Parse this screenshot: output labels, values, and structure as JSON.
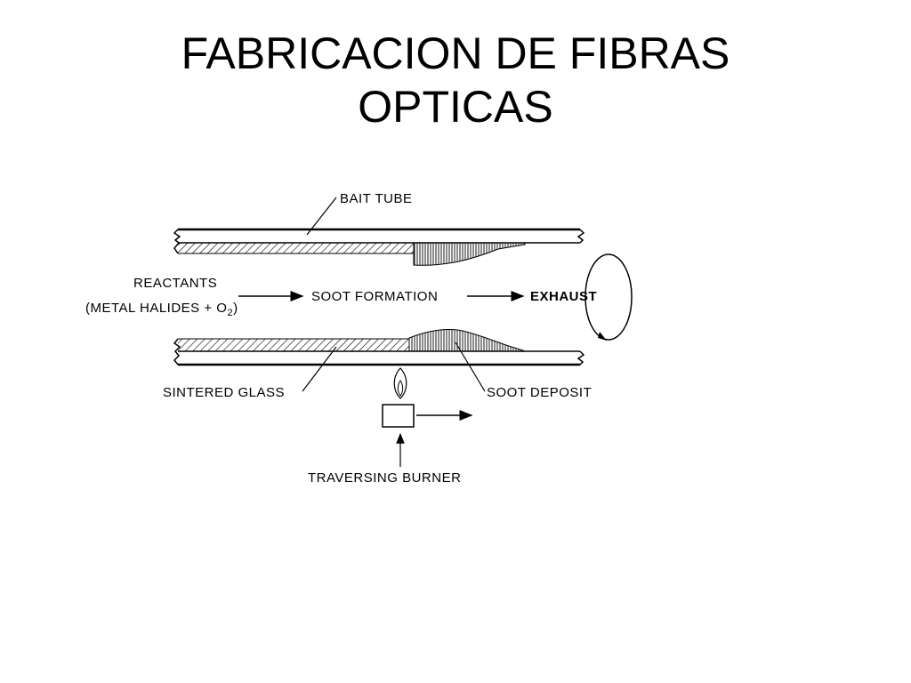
{
  "slide": {
    "title_line1": "FABRICACION DE FIBRAS",
    "title_line2": "OPTICAS"
  },
  "diagram": {
    "labels": {
      "bait_tube": "BAIT TUBE",
      "reactants": "REACTANTS",
      "reactants_detail": "(METAL HALIDES + O",
      "reactants_sub": "2",
      "reactants_close": ")",
      "soot_formation": "SOOT FORMATION",
      "exhaust": "EXHAUST",
      "sintered_glass": "SINTERED GLASS",
      "soot_deposit": "SOOT DEPOSIT",
      "traversing_burner": "TRAVERSING BURNER"
    },
    "colors": {
      "ink": "#000000",
      "background": "#ffffff"
    }
  }
}
